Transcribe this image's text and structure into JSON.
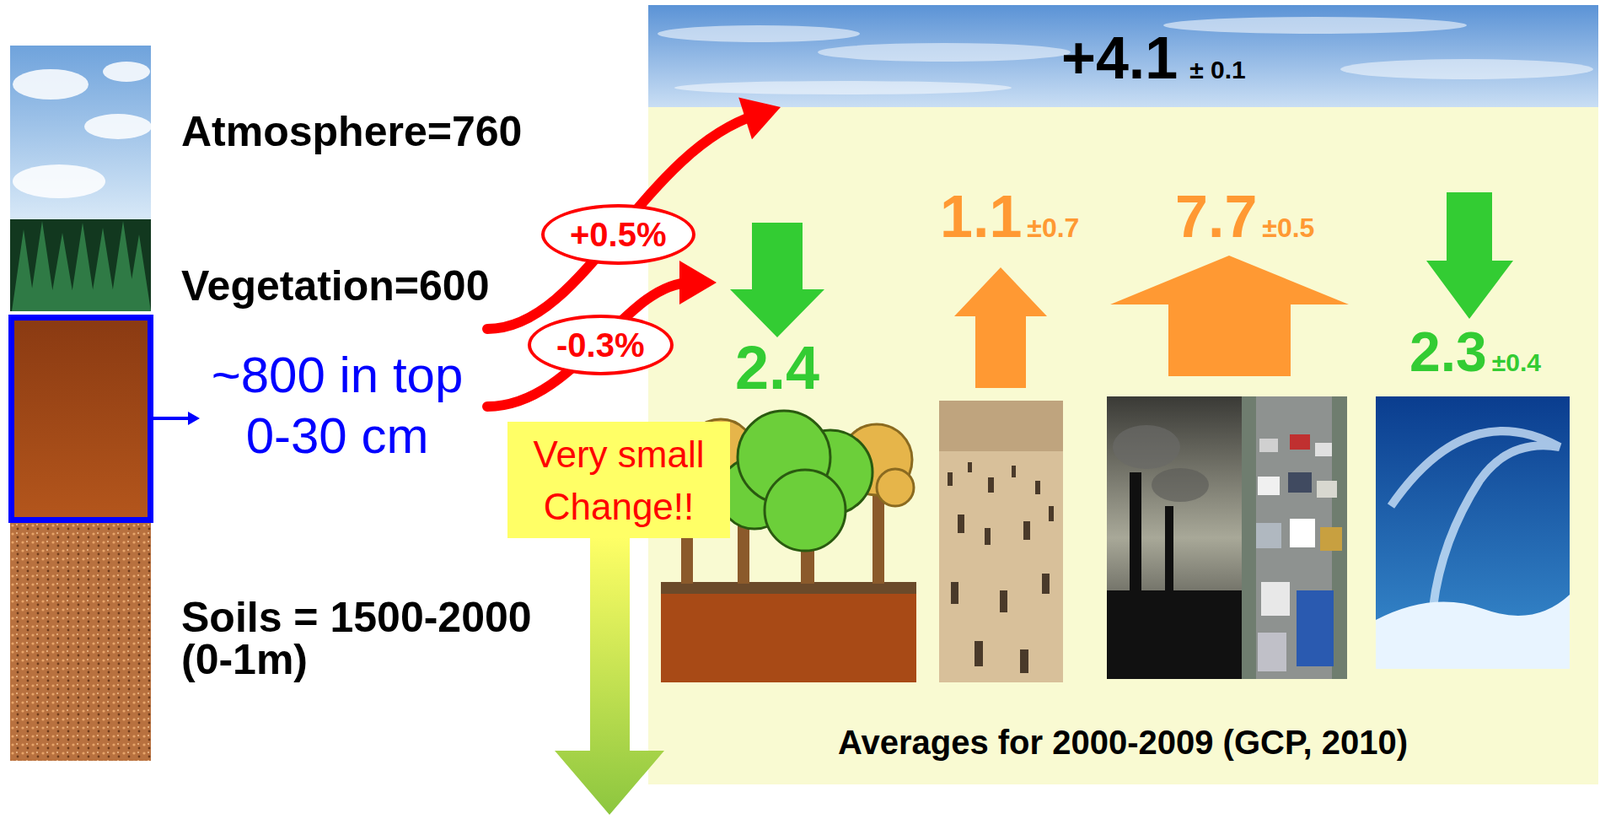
{
  "diagram": {
    "nodes": [
      {
        "text": [
          "+4.1",
          "± 0.1"
        ]
      },
      {
        "text": [
          "Atmosphere=760"
        ]
      },
      {
        "text": [
          "Vegetation=600"
        ]
      },
      {
        "text": [
          "~800 in top 0-30 cm"
        ]
      },
      {
        "text": [
          "Soils = 1500-2000 (0-1m)"
        ]
      },
      {
        "text": [
          "Averages for 2000-2009 (GCP, 2010)"
        ]
      },
      {
        "text": [
          "Very small Change!!"
        ]
      },
      {
        "text": [
          "2.4"
        ],
        "in": 5
      },
      {
        "text": [
          "1.1",
          "±0.7"
        ],
        "in": 5
      },
      {
        "text": [
          "7.7",
          "±0.5"
        ],
        "in": 5
      },
      {
        "text": [
          "2.3",
          "±0.4"
        ],
        "in": 5
      }
    ],
    "edges": [
      {
        "from": 3,
        "to": 0,
        "arrow": "to",
        "label": "+0.5%"
      },
      {
        "from": 3,
        "to": 7,
        "arrow": "to",
        "label": "-0.3%"
      }
    ]
  }
}
